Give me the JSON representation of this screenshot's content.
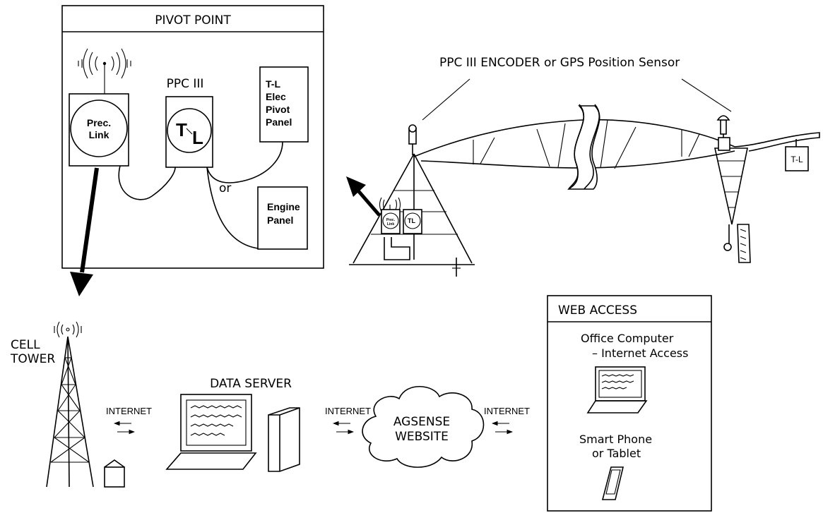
{
  "pivot_point": {
    "title": "PIVOT POINT",
    "precision_link": [
      "Prec.",
      "Link"
    ],
    "ppc_label": "PPC III",
    "tl_logo": [
      "T",
      "L"
    ],
    "pivot_panel": [
      "T-L",
      "Elec",
      "Pivot",
      "Panel"
    ],
    "or_label": "or",
    "engine_panel": [
      "Engine",
      "Panel"
    ]
  },
  "pivot_machine": {
    "sensor_label": "PPC III ENCODER or GPS Position Sensor",
    "end_box_label": "T-L",
    "mini_prec_link": [
      "Prec.",
      "Link"
    ]
  },
  "cell_tower": {
    "label": [
      "CELL",
      "TOWER"
    ]
  },
  "data_server": {
    "label": "DATA SERVER"
  },
  "internet_labels": [
    "INTERNET",
    "INTERNET",
    "INTERNET"
  ],
  "agsense": {
    "label": [
      "AGSENSE",
      "WEBSITE"
    ]
  },
  "web_access": {
    "title": "WEB ACCESS",
    "office": [
      "Office Computer",
      "– Internet Access"
    ],
    "phone": [
      "Smart Phone",
      "or Tablet"
    ]
  }
}
